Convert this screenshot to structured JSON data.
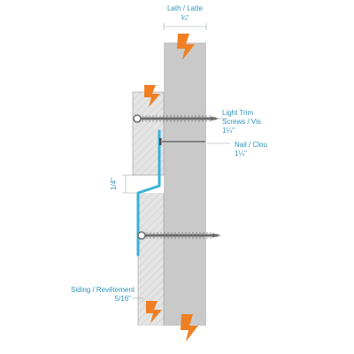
{
  "labels": {
    "lath_title": "Lath / Latte",
    "lath_size": "¾\"",
    "trim_screws_line1": "Light Trim",
    "trim_screws_line2": "Screws / Vis",
    "trim_screws_size": "1¼\"",
    "nail_title": "Nail / Clou",
    "nail_size": "1¼\"",
    "gap": "1/4\"",
    "siding_title": "Siding / Revêtement",
    "siding_size": "5/16\""
  },
  "colors": {
    "lath": "#c9c9c9",
    "siding": "#e4e4e4",
    "trim": "#37b3d8",
    "label": "#2f93b8",
    "break_symbol": "#ef7f22",
    "hardware": "#6b6b6b"
  },
  "icons": {
    "break": "lightning-break-icon",
    "screw": "screw-icon",
    "nail": "nail-icon"
  }
}
